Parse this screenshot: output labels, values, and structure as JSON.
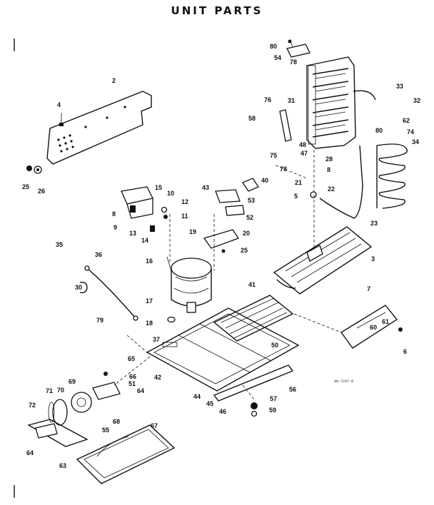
{
  "title": "UNIT PARTS",
  "drawing_code": "80-7247-0",
  "callouts": [
    "80",
    "54",
    "78",
    "33",
    "32",
    "76",
    "31",
    "62",
    "58",
    "80",
    "74",
    "34",
    "48",
    "75",
    "47",
    "28",
    "78",
    "8",
    "40",
    "21",
    "22",
    "5",
    "23",
    "43",
    "53",
    "52",
    "20",
    "25",
    "3",
    "19",
    "15",
    "10",
    "12",
    "11",
    "8",
    "9",
    "13",
    "14",
    "2",
    "4",
    "25",
    "26",
    "35",
    "36",
    "30",
    "16",
    "17",
    "18",
    "79",
    "37",
    "41",
    "50",
    "42",
    "7",
    "61",
    "60",
    "6",
    "65",
    "66",
    "51",
    "64",
    "69",
    "70",
    "71",
    "72",
    "55",
    "68",
    "67",
    "64",
    "63",
    "44",
    "45",
    "46",
    "57",
    "59",
    "56"
  ]
}
